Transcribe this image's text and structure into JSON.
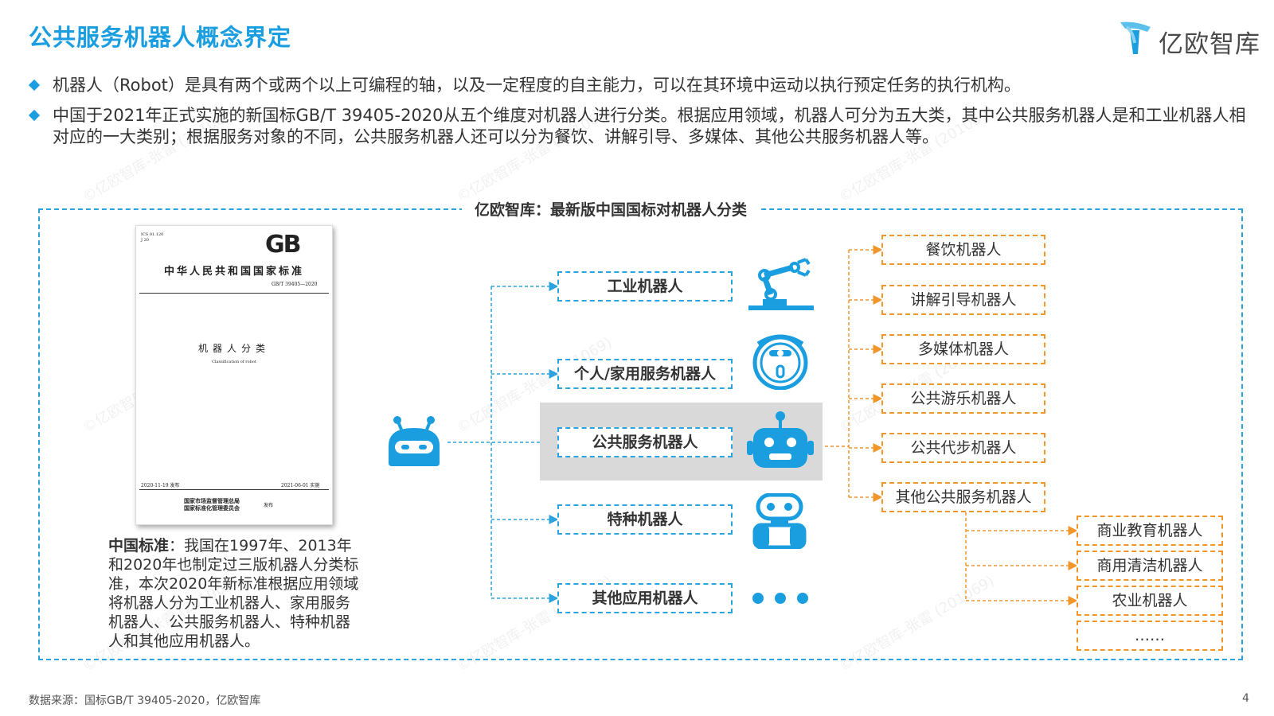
{
  "title": "公共服务机器人概念界定",
  "logo": {
    "text": "亿欧智库"
  },
  "bullets": [
    "机器人（Robot）是具有两个或两个以上可编程的轴，以及一定程度的自主能力，可以在其环境中运动以执行预定任务的执行机构。",
    "中国于2021年正式实施的新国标GB/T 39405-2020从五个维度对机器人进行分类。根据应用领域，机器人可分为五大类，其中公共服务机器人是和工业机器人相对应的一大类别；根据服务对象的不同，公共服务机器人还可以分为餐饮、讲解引导、多媒体、其他公共服务机器人等。"
  ],
  "frame_title": "亿欧智库：最新版中国国标对机器人分类",
  "gb_doc": {
    "ics": "ICS 01.120",
    "code": "J 20",
    "logo": "GB",
    "org": "中华人民共和国国家标准",
    "number": "GB/T 39405—2020",
    "name": "机器人分类",
    "name_en": "Classification of robot",
    "release": "2020-11-19 发布",
    "implement": "2021-06-01 实施",
    "issuer1": "国家市场监督管理总局",
    "issuer2": "国家标准化管理委员会",
    "issue_word": "发布"
  },
  "standard_note": {
    "label": "中国标准",
    "text": "：我国在1997年、2013年和2020年也制定过三版机器人分类标准，本次2020年新标准根据应用领域将机器人分为工业机器人、家用服务机器人、公共服务机器人、特种机器人和其他应用机器人。"
  },
  "categories": [
    "工业机器人",
    "个人/家用服务机器人",
    "公共服务机器人",
    "特种机器人",
    "其他应用机器人"
  ],
  "public_service_types": [
    "餐饮机器人",
    "讲解引导机器人",
    "多媒体机器人",
    "公共游乐机器人",
    "公共代步机器人",
    "其他公共服务机器人"
  ],
  "other_public_types": [
    "商业教育机器人",
    "商用清洁机器人",
    "农业机器人",
    "……"
  ],
  "colors": {
    "accent_blue": "#1a9ee0",
    "accent_orange": "#f0962a",
    "highlight_gray": "#d9d9d9"
  },
  "icons": [
    "robot-head-icon",
    "industrial-arm-icon",
    "vacuum-robot-icon",
    "service-robot-icon",
    "tracked-robot-icon",
    "ellipsis-icon"
  ],
  "watermark": "©亿欧智库-张雷 (201069)",
  "footer": {
    "source": "数据来源：国标GB/T 39405-2020，亿欧智库",
    "page": "4"
  }
}
